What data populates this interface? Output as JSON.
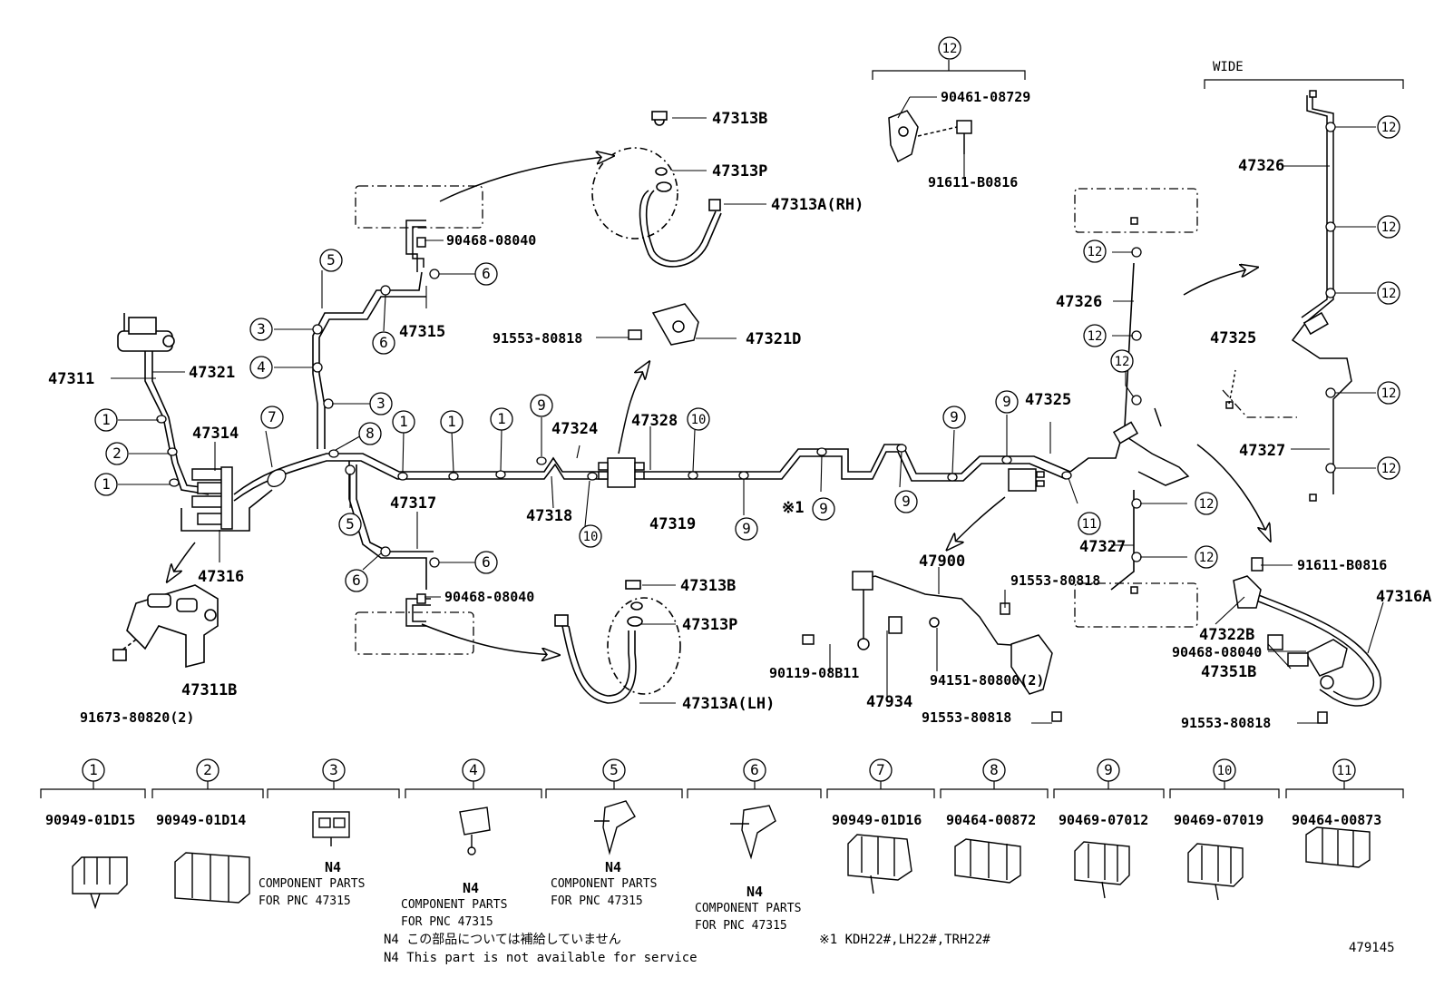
{
  "diagram_id": "479145",
  "wide_label": "WIDE",
  "footnote_symbol": "※1",
  "footnote_models": "※1 KDH22#,LH22#,TRH22#",
  "notes": {
    "n4_ja": "N4 この部品については補給していません",
    "n4_en": "N4 This part is not available for service",
    "n4_mark": "N4",
    "component_parts": "COMPONENT PARTS",
    "for_pnc": "FOR PNC 47315"
  },
  "callouts": [
    "1",
    "2",
    "3",
    "4",
    "5",
    "6",
    "7",
    "8",
    "9",
    "10",
    "11",
    "12"
  ],
  "legend": [
    {
      "num": "1",
      "part": "90949-01D15"
    },
    {
      "num": "2",
      "part": "90949-01D14"
    },
    {
      "num": "3",
      "part": ""
    },
    {
      "num": "4",
      "part": ""
    },
    {
      "num": "5",
      "part": ""
    },
    {
      "num": "6",
      "part": ""
    },
    {
      "num": "7",
      "part": "90949-01D16"
    },
    {
      "num": "8",
      "part": "90464-00872"
    },
    {
      "num": "9",
      "part": "90469-07012"
    },
    {
      "num": "10",
      "part": "90469-07019"
    },
    {
      "num": "11",
      "part": "90464-00873"
    }
  ],
  "parts": {
    "p47311": "47311",
    "p47321": "47321",
    "p47314": "47314",
    "p47316": "47316",
    "p47311B": "47311B",
    "p91673": "91673-80820(2)",
    "p47315": "47315",
    "p47317": "47317",
    "p47318": "47318",
    "p47324": "47324",
    "p47328": "47328",
    "p47319": "47319",
    "p47325": "47325",
    "p47326": "47326",
    "p47327": "47327",
    "p47900": "47900",
    "p47934": "47934",
    "p90119": "90119-08B11",
    "p94151": "94151-80800(2)",
    "p91553": "91553-80818",
    "p47321D": "47321D",
    "p47313B": "47313B",
    "p47313P": "47313P",
    "p47313A_RH": "47313A(RH)",
    "p47313A_LH": "47313A(LH)",
    "p90468": "90468-08040",
    "p90461": "90461-08729",
    "p91611": "91611-B0816",
    "p47316A": "47316A",
    "p47322B": "47322B",
    "p47351B": "47351B"
  }
}
